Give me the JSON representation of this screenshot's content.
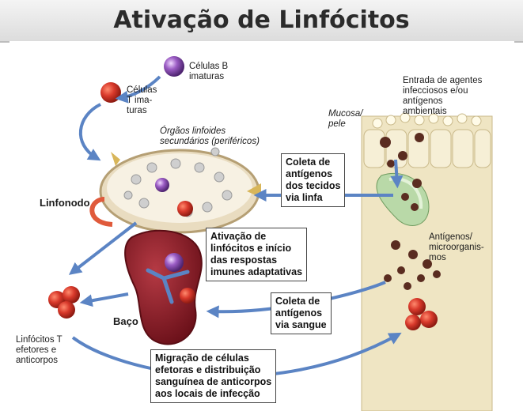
{
  "title": "Ativação de Linfócitos",
  "labels": {
    "b_cells": "Células B\nimaturas",
    "t_cells": "Células\nT ima-\nturas",
    "organs": "Órgãos linfoides\nsecundários (periféricos)",
    "linfonodo": "Linfonodo",
    "baco": "Baço",
    "effector": "Linfócitos T\nefetores e\nanticorpos",
    "mucosa": "Mucosa/\npele",
    "entry": "Entrada de agentes\ninfecciosos e/ou\nantígenos\nambientais",
    "antigens": "Antígenos/\nmicroorganis-\nmos"
  },
  "boxes": {
    "lymph": "Coleta de\nantígenos\ndos tecidos\nvia linfa",
    "activation": "Ativação de\nlinfócitos e início\ndas respostas\nimunes adaptativas",
    "blood": "Coleta de\nantígenos\nvia sangue",
    "migration": "Migração de células\nefetoras e distribuição\nsanguínea de anticorpos\naos locais de infecção"
  },
  "colors": {
    "arrow": "#5b84c4",
    "t_cell": "#d8392b",
    "b_cell": "#8a4fb0",
    "spleen": "#8b1e2a",
    "node": "#e9dcc0",
    "tissue": "#efe5c3"
  }
}
